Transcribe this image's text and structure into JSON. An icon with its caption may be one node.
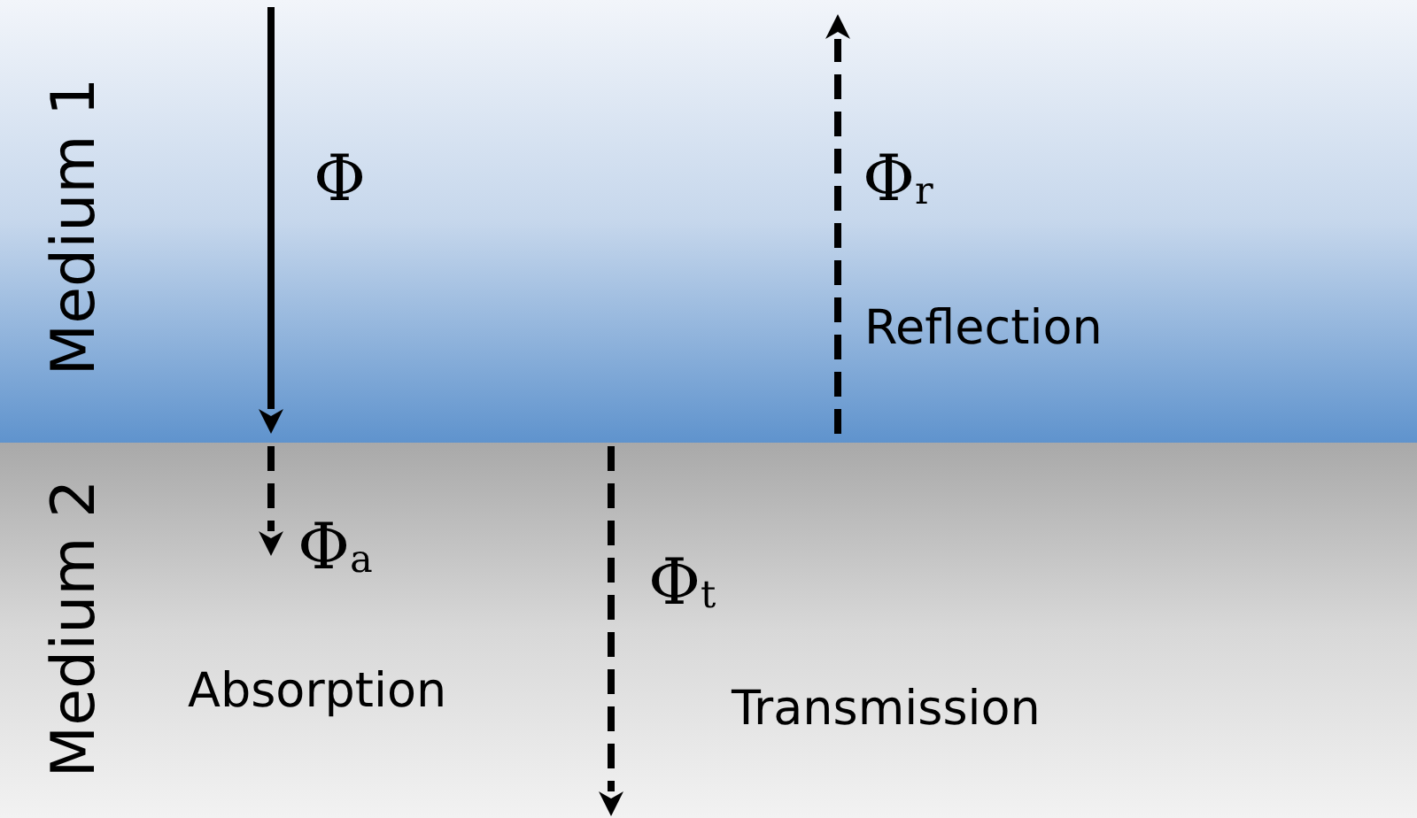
{
  "diagram": {
    "nodes": [
      {
        "text": [
          "Medium 1"
        ]
      },
      {
        "text": [
          "Medium 2"
        ]
      }
    ],
    "labels": [
      "Φ",
      "Φ$_{r}$",
      "Reflection",
      "Φ$_{a}$",
      "Φ$_{t}$",
      "Absorption",
      "Transmission"
    ]
  }
}
